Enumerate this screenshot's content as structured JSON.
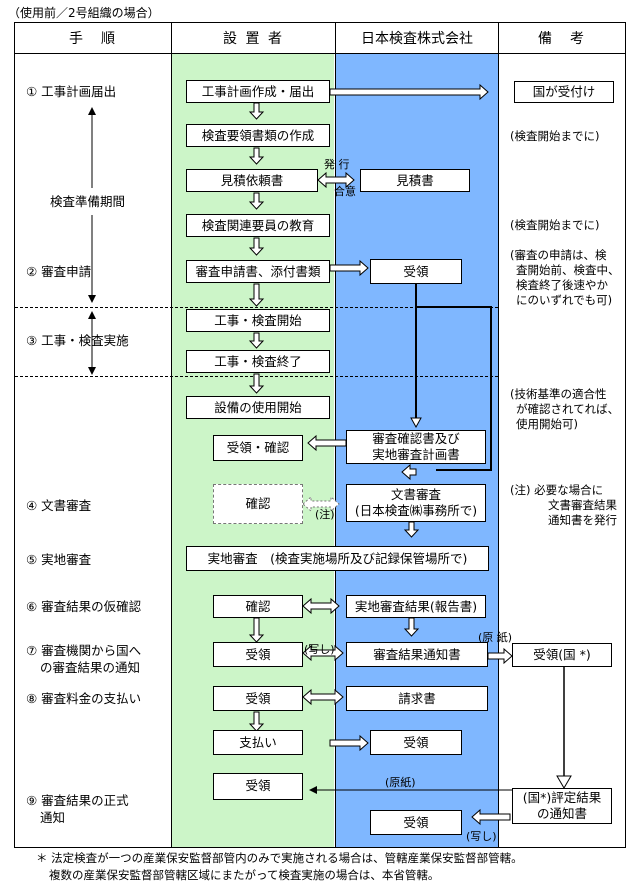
{
  "caption": "（使用前／2号組織の場合）",
  "headers": {
    "steps": "手　順",
    "installer": "設 置 者",
    "company": "日本検査株式会社",
    "remarks": "備　考"
  },
  "steps": {
    "s1": "① 工事計画届出",
    "period": "検査準備期間",
    "s2": "② 審査申請",
    "s3": "③ 工事・検査実施",
    "s4": "④ 文書審査",
    "s5": "⑤ 実地審査",
    "s6": "⑥ 審査結果の仮確認",
    "s7a": "⑦ 審査機関から国へ",
    "s7b": "の審査結果の通知",
    "s8": "⑧ 審査料金の支払い",
    "s9a": "⑨ 審査結果の正式",
    "s9b": "通知"
  },
  "installer": {
    "b1": "工事計画作成・届出",
    "b2": "検査要領書類の作成",
    "b3": "見積依頼書",
    "b4": "検査関連要員の教育",
    "b5": "審査申請書、添付書類",
    "b6": "工事・検査開始",
    "b7": "工事・検査終了",
    "b8": "設備の使用開始",
    "b9": "受領・確認",
    "b10": "確認",
    "b11": "実地審査　(検査実施場所及び記録保管場所で)",
    "b12": "確認",
    "b13": "受領",
    "b14": "受領",
    "b15": "支払い",
    "b16": "受領"
  },
  "company": {
    "c1": "見積書",
    "c2": "受領",
    "c3a": "審査確認書及び",
    "c3b": "実地審査計画書",
    "c4a": "文書審査",
    "c4b": "(日本検査㈱事務所で)",
    "c5": "実地審査結果(報告書)",
    "c6": "審査結果通知書",
    "c7": "請求書",
    "c8": "受領",
    "c9": "受領"
  },
  "remarks": {
    "r1": "国が受付け",
    "r2": "(検査開始までに)",
    "r3": "(検査開始までに)",
    "r4a": "(審査の申請は、検",
    "r4b": "査開始前、検査中、",
    "r4c": "検査終了後速やか",
    "r4d": "にのいずれでも可)",
    "r5a": "(技術基準の適合性",
    "r5b": "が確認されてれば、",
    "r5c": "使用開始可)",
    "r6a": "(注)  必要な場合に",
    "r6b": "文書審査結果",
    "r6c": "通知書を発行",
    "r7": "受領(国 *)",
    "r8a": "(国*)評定結果",
    "r8b": "の通知書"
  },
  "labels": {
    "hakkou": "発 行",
    "goui": "合意",
    "chu": "(注)",
    "gensi1": "(原 紙)",
    "utsushi1": "(写し)",
    "gensi2": "(原紙)",
    "utsushi2": "(写し)"
  },
  "footnote": {
    "line1": "＊ 法定検査が一つの産業保安監督部管内のみで実施される場合は、管轄産業保安監督部管轄。",
    "line2": "複数の産業保安監督部管轄区域にまたがって検査実施の場合は、本省管轄。"
  }
}
